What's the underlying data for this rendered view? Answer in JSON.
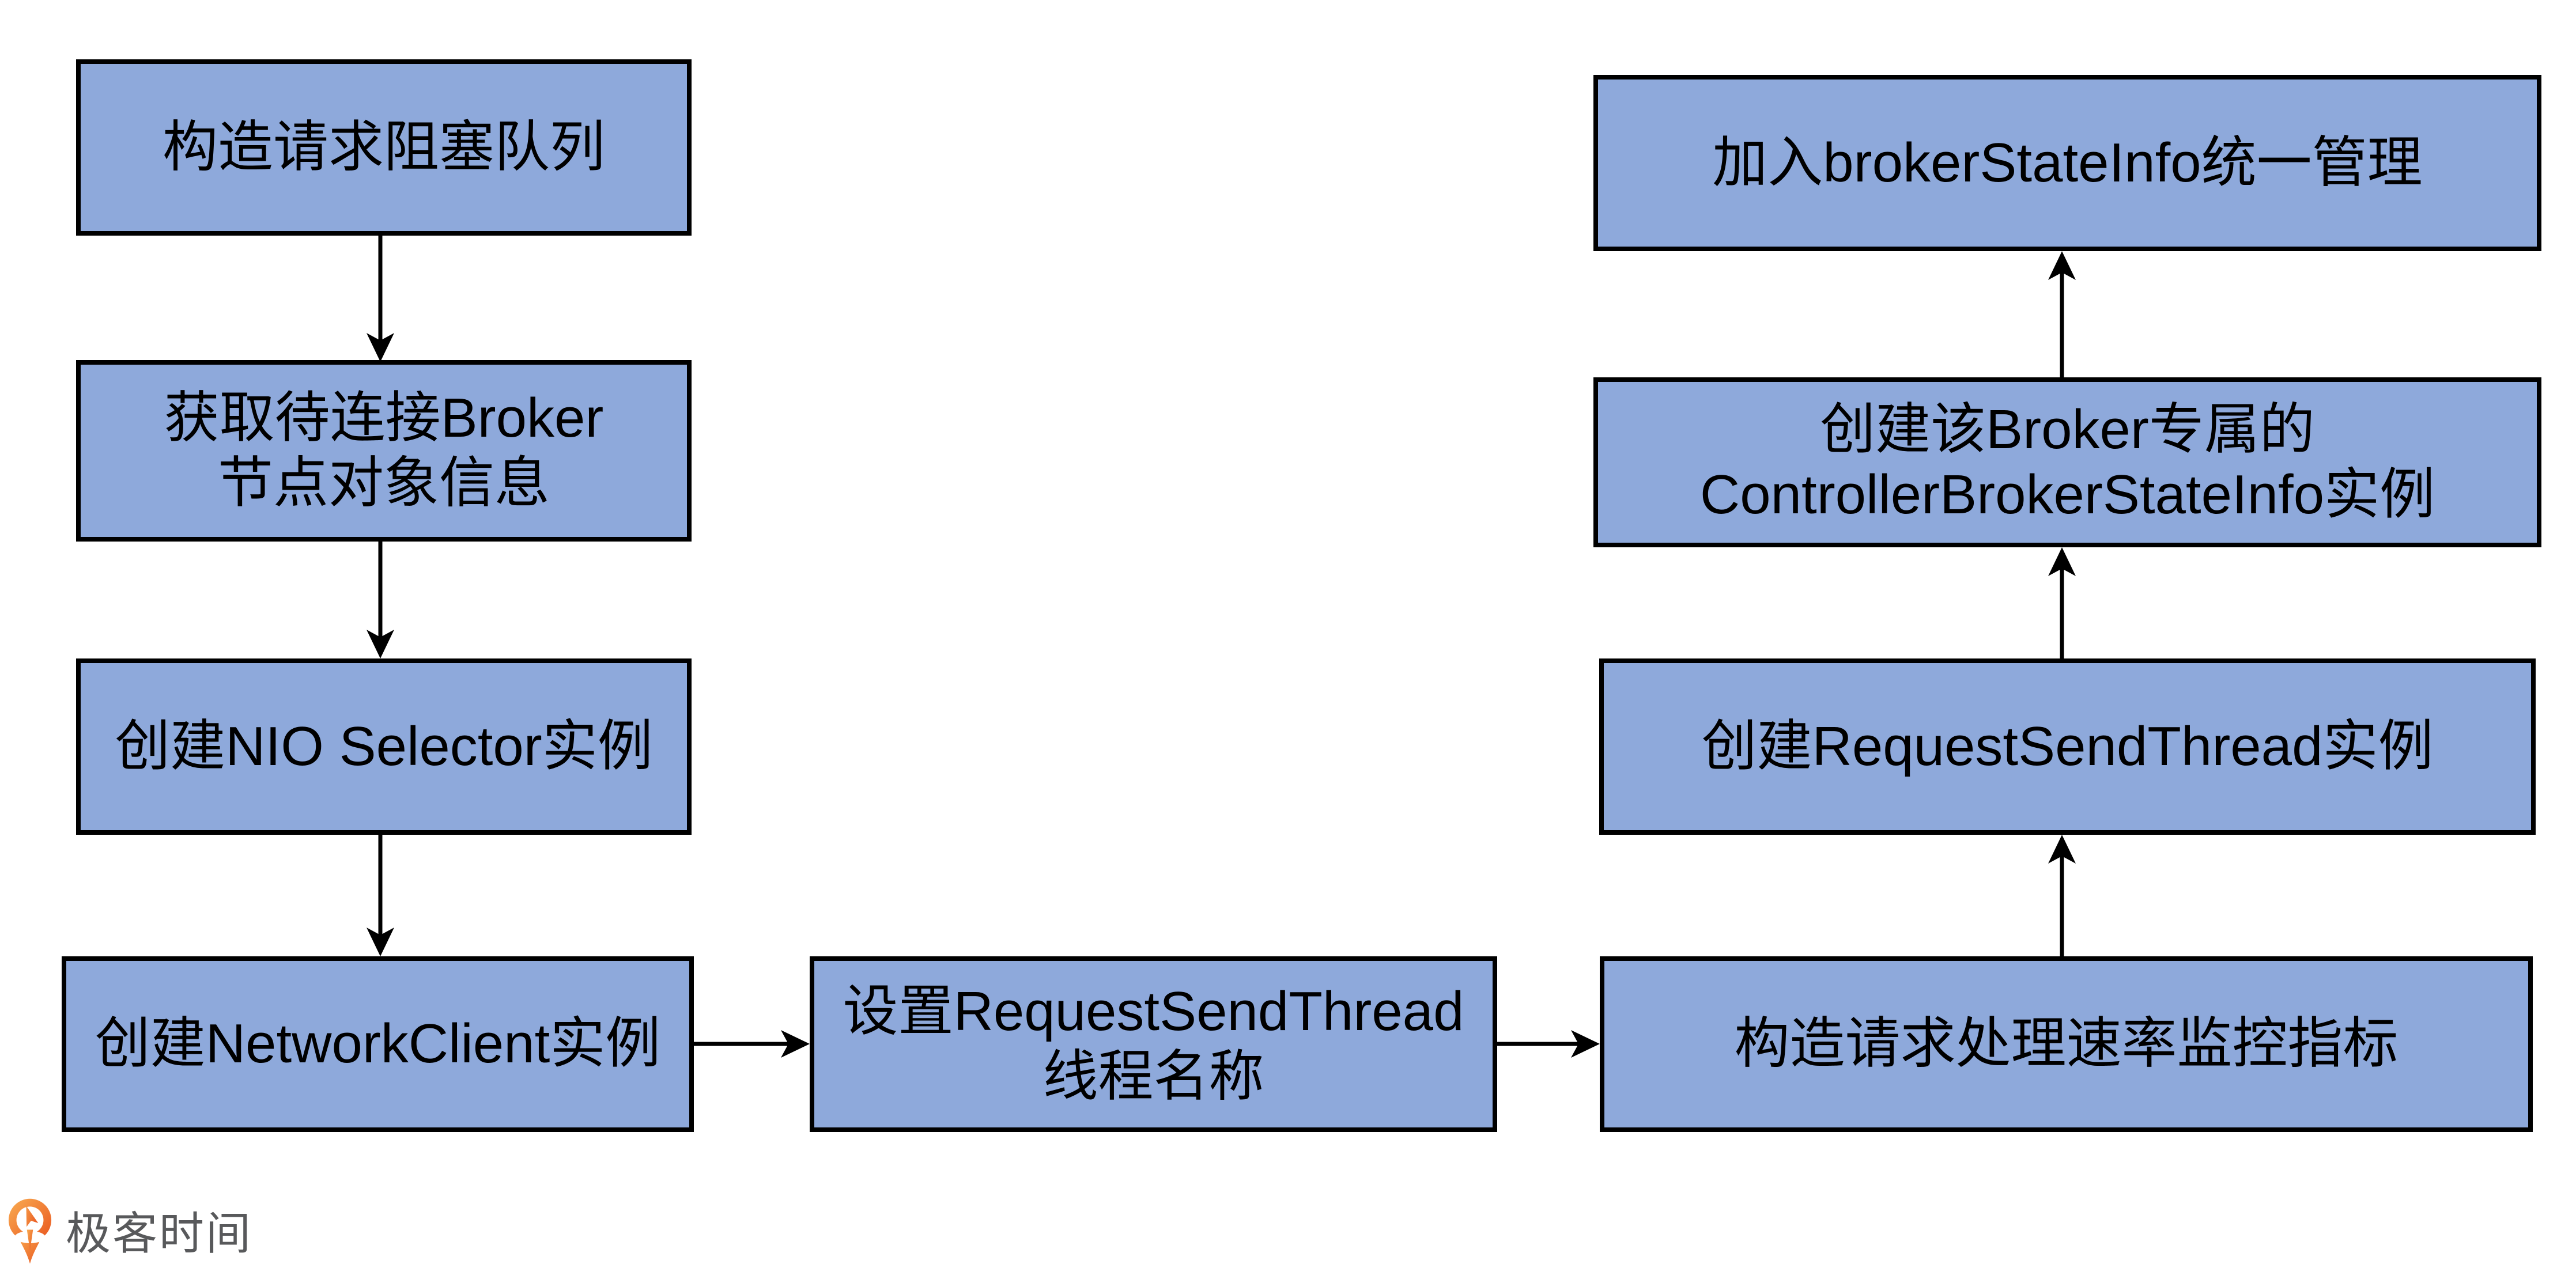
{
  "diagram": {
    "background": "#ffffff",
    "node_fill": "#8EA9DB",
    "node_border_color": "#000000",
    "node_text_color": "#000000",
    "arrow_color": "#000000"
  },
  "nodes": [
    {
      "id": "build-request-blocking-queue",
      "lines": [
        "构造请求阻塞队列",
        ""
      ]
    },
    {
      "id": "get-pending-broker-node-info",
      "lines": [
        "获取待连接Broker",
        "节点对象信息"
      ]
    },
    {
      "id": "create-nio-selector",
      "lines": [
        "创建NIO Selector实例",
        ""
      ]
    },
    {
      "id": "create-network-client",
      "lines": [
        "创建NetworkClient实例",
        ""
      ]
    },
    {
      "id": "set-request-send-thread-name",
      "lines": [
        "设置RequestSendThread",
        "线程名称"
      ]
    },
    {
      "id": "build-request-rate-metrics",
      "lines": [
        "构造请求处理速率监控指标",
        ""
      ]
    },
    {
      "id": "create-request-send-thread",
      "lines": [
        "创建RequestSendThread实例",
        ""
      ]
    },
    {
      "id": "create-controller-broker-state-info",
      "lines": [
        "创建该Broker专属的",
        "ControllerBrokerStateInfo实例"
      ]
    },
    {
      "id": "add-to-broker-state-info",
      "lines": [
        "加入brokerStateInfo统一管理",
        ""
      ]
    }
  ],
  "edges": [
    {
      "from": "build-request-blocking-queue",
      "to": "get-pending-broker-node-info",
      "direction": "down"
    },
    {
      "from": "get-pending-broker-node-info",
      "to": "create-nio-selector",
      "direction": "down"
    },
    {
      "from": "create-nio-selector",
      "to": "create-network-client",
      "direction": "down"
    },
    {
      "from": "create-network-client",
      "to": "set-request-send-thread-name",
      "direction": "right"
    },
    {
      "from": "set-request-send-thread-name",
      "to": "build-request-rate-metrics",
      "direction": "right"
    },
    {
      "from": "build-request-rate-metrics",
      "to": "create-request-send-thread",
      "direction": "up"
    },
    {
      "from": "create-request-send-thread",
      "to": "create-controller-broker-state-info",
      "direction": "up"
    },
    {
      "from": "create-controller-broker-state-info",
      "to": "add-to-broker-state-info",
      "direction": "up"
    }
  ],
  "footer": {
    "brand": "极客时间",
    "brand_color": "#58595B",
    "logo_orange_light": "#F9AC51",
    "logo_orange_dark": "#E9561F"
  }
}
